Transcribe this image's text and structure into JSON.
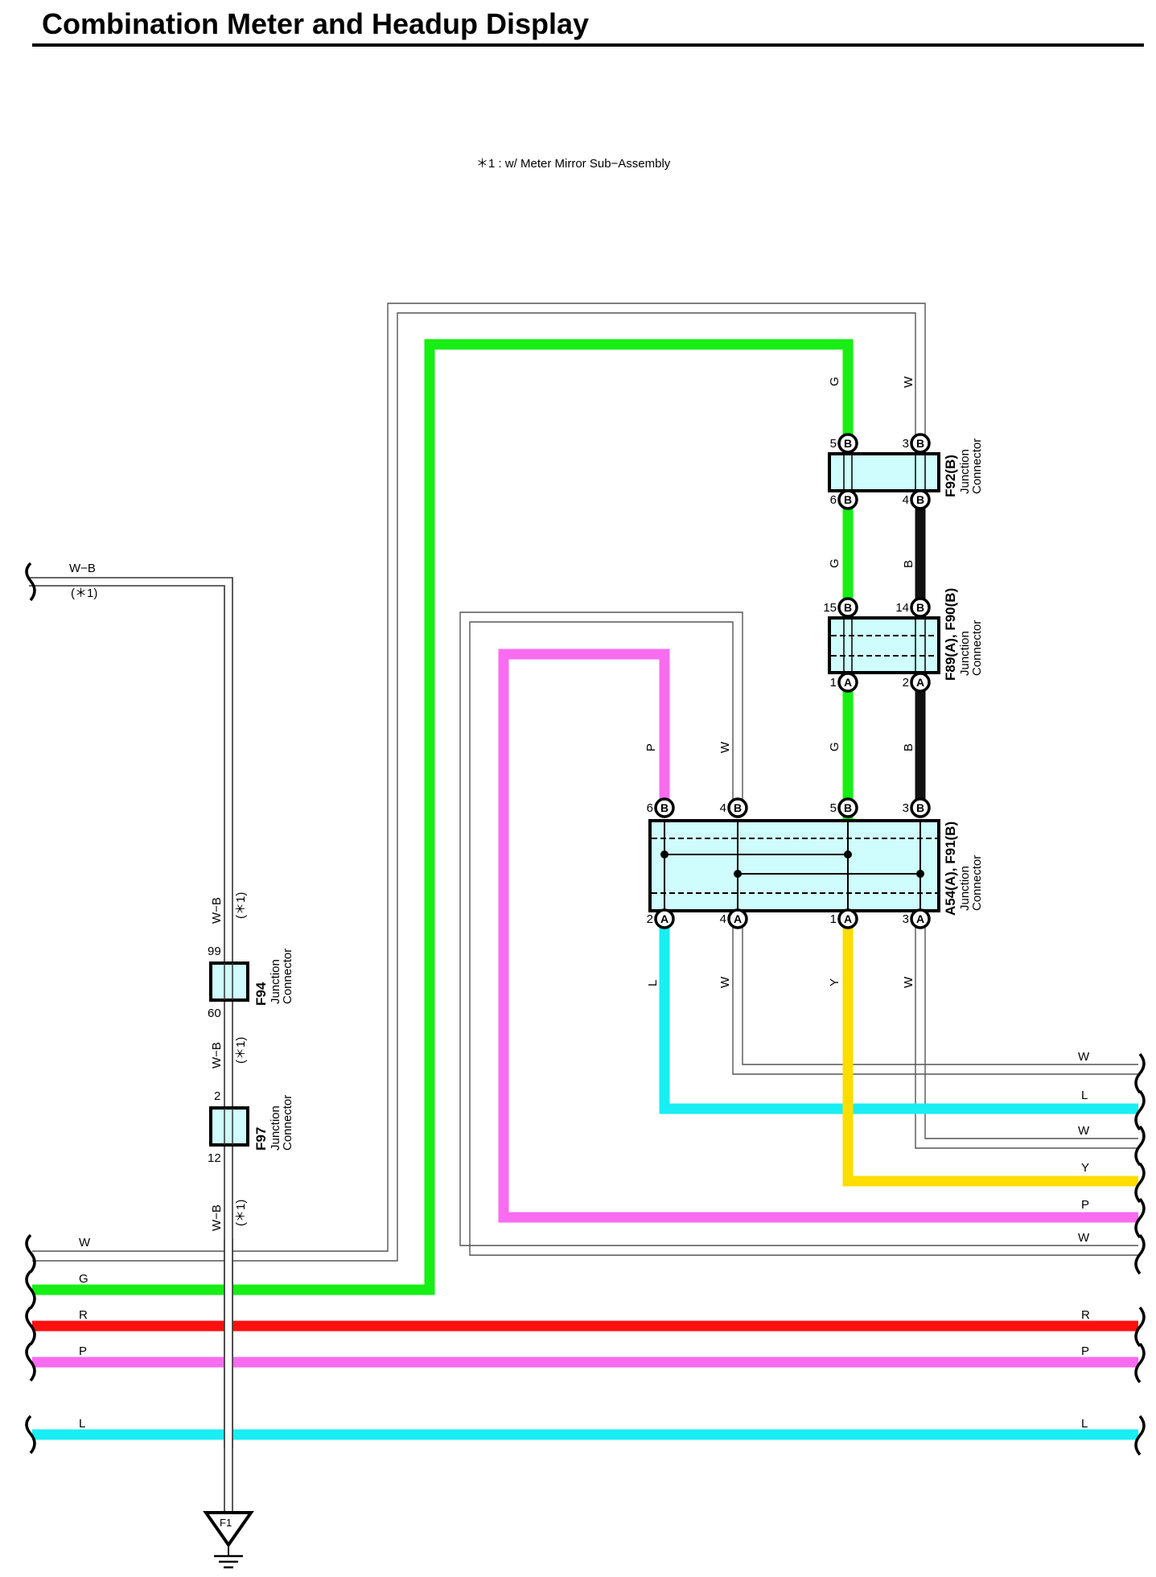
{
  "title": "Combination Meter and Headup Display",
  "note": "＊1 : w/ Meter Mirror Sub−Assembly",
  "colors": {
    "green": "#16ee16",
    "red": "#ff1010",
    "pink": "#f86cf0",
    "cyan": "#18eef4",
    "yellow": "#ffdd00",
    "black": "#111111",
    "connector_fill": "#cffcfc"
  },
  "left_wires": {
    "wb_top_label": "W−B",
    "wb_top_note": "(＊1)",
    "w": "W",
    "g": "G",
    "r": "R",
    "p": "P",
    "l": "L"
  },
  "right_wires": {
    "w1": "W",
    "l": "L",
    "w2": "W",
    "y": "Y",
    "p1": "P",
    "w3": "W",
    "r": "R",
    "p2": "P",
    "l2": "L"
  },
  "vertical_labels": {
    "wb_1": "W−B",
    "wb_1_note": "(＊1)",
    "wb_2": "W−B",
    "wb_2_note": "(＊1)",
    "wb_3": "W−B",
    "wb_3_note": "(＊1)",
    "g_top": "G",
    "w_top": "W",
    "g_mid": "G",
    "b_mid": "B",
    "p_a54": "P",
    "w_a54": "W",
    "g_a54": "G",
    "b_a54": "B",
    "l_bot": "L",
    "w_bot1": "W",
    "y_bot": "Y",
    "w_bot2": "W"
  },
  "connectors": {
    "f94": {
      "id": "F94",
      "line1": "Junction",
      "line2": "Connector",
      "pin_top": "99",
      "pin_bottom": "60"
    },
    "f97": {
      "id": "F97",
      "line1": "Junction",
      "line2": "Connector",
      "pin_top": "2",
      "pin_bottom": "12"
    },
    "f92": {
      "id": "F92(B)",
      "line1": "Junction",
      "line2": "Connector",
      "pins": [
        "5",
        "3",
        "6",
        "4"
      ],
      "letter": "B"
    },
    "f89": {
      "id": "F89(A), F90(B)",
      "line1": "Junction",
      "line2": "Connector",
      "pins": [
        "15",
        "14",
        "1",
        "2"
      ],
      "letters": [
        "B",
        "B",
        "A",
        "A"
      ]
    },
    "a54": {
      "id": "A54(A), F91(B)",
      "line1": "Junction",
      "line2": "Connector",
      "pins_top": [
        "6",
        "4",
        "5",
        "3"
      ],
      "pins_bottom": [
        "2",
        "4",
        "1",
        "3"
      ],
      "letter_top": "B",
      "letter_bottom": "A"
    }
  },
  "ground": {
    "id": "F1"
  }
}
